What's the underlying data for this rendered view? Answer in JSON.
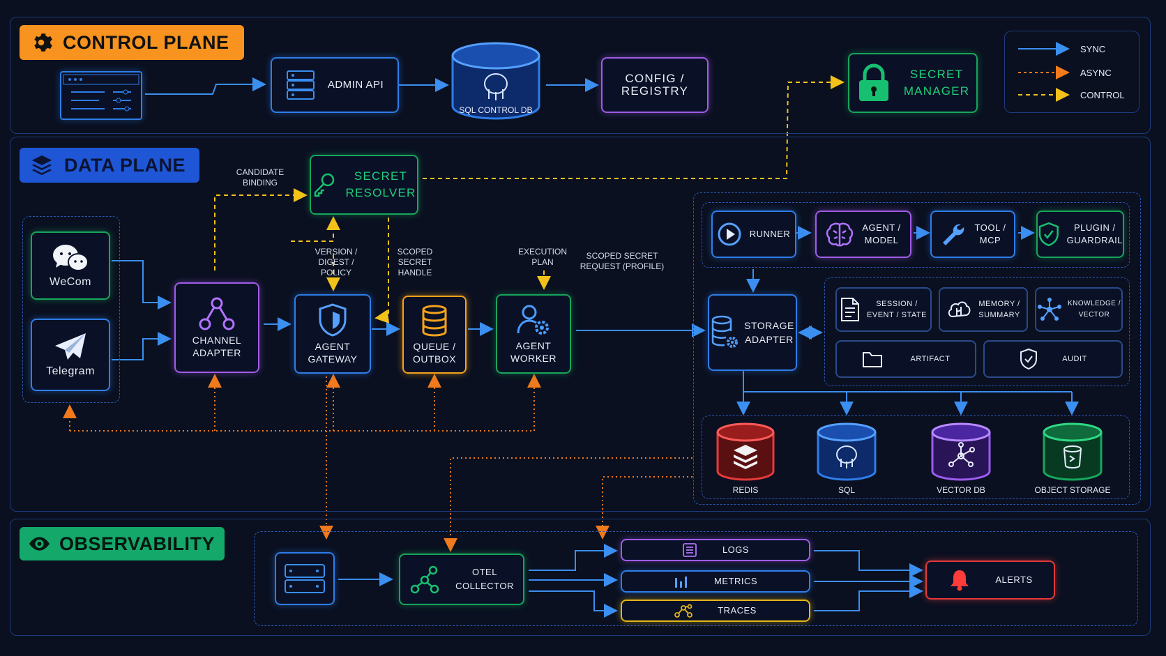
{
  "sections": {
    "control_plane": "CONTROL PLANE",
    "data_plane": "DATA PLANE",
    "observability": "OBSERVABILITY"
  },
  "legend": {
    "sync": "SYNC",
    "async": "ASYNC",
    "control": "CONTROL"
  },
  "control": {
    "admin_api": "ADMIN API",
    "sql_control_db": "SQL CONTROL DB",
    "config_registry_1": "CONFIG /",
    "config_registry_2": "REGISTRY",
    "secret_manager_1": "SECRET",
    "secret_manager_2": "MANAGER"
  },
  "data": {
    "secret_resolver_1": "SECRET",
    "secret_resolver_2": "RESOLVER",
    "wecom": "WeCom",
    "telegram": "Telegram",
    "channel_adapter_1": "CHANNEL",
    "channel_adapter_2": "ADAPTER",
    "agent_gateway_1": "AGENT",
    "agent_gateway_2": "GATEWAY",
    "queue_outbox_1": "QUEUE /",
    "queue_outbox_2": "OUTBOX",
    "agent_worker_1": "AGENT",
    "agent_worker_2": "WORKER",
    "runner": "RUNNER",
    "agent_model_1": "AGENT /",
    "agent_model_2": "MODEL",
    "tool_mcp_1": "TOOL /",
    "tool_mcp_2": "MCP",
    "plugin_guardrail_1": "PLUGIN /",
    "plugin_guardrail_2": "GUARDRAIL",
    "storage_adapter_1": "STORAGE",
    "storage_adapter_2": "ADAPTER",
    "session_1": "SESSION /",
    "session_2": "EVENT / STATE",
    "memory_1": "MEMORY /",
    "memory_2": "SUMMARY",
    "knowledge_1": "KNOWLEDGE /",
    "knowledge_2": "VECTOR",
    "artifact": "ARTIFACT",
    "audit": "AUDIT",
    "redis": "REDIS",
    "sql": "SQL",
    "vector_db": "VECTOR DB",
    "object_storage": "OBJECT STORAGE"
  },
  "notes": {
    "candidate_binding_1": "CANDIDATE",
    "candidate_binding_2": "BINDING",
    "version_1": "VERSION /",
    "version_2": "DIGEST /",
    "version_3": "POLICY",
    "scoped_handle_1": "SCOPED",
    "scoped_handle_2": "SECRET",
    "scoped_handle_3": "HANDLE",
    "exec_plan_1": "EXECUTION",
    "exec_plan_2": "PLAN",
    "scoped_request_1": "SCOPED SECRET",
    "scoped_request_2": "REQUEST (PROFILE)"
  },
  "observability": {
    "otel_1": "OTEL",
    "otel_2": "COLLECTOR",
    "logs": "LOGS",
    "metrics": "METRICS",
    "traces": "TRACES",
    "alerts": "ALERTS"
  },
  "colors": {
    "control_plane_badge": "#f7931e",
    "data_plane_badge": "#1f56d6",
    "observability_badge": "#14a86b",
    "sync": "#3b8ff0",
    "async": "#f07a1c",
    "control": "#f2c21b"
  },
  "icons": [
    "gear-icon",
    "layers-icon",
    "eye-icon",
    "dashboard-icon",
    "server-icon",
    "database-icon",
    "lock-icon",
    "key-icon",
    "chat-bubbles-icon",
    "paper-plane-icon",
    "graph-icon",
    "shield-icon",
    "stack-icon",
    "user-gear-icon",
    "play-icon",
    "brain-icon",
    "wrench-icon",
    "shield-check-icon",
    "document-icon",
    "cloud-brain-icon",
    "network-icon",
    "folder-icon",
    "bars-icon",
    "nodes-icon",
    "bell-icon"
  ]
}
